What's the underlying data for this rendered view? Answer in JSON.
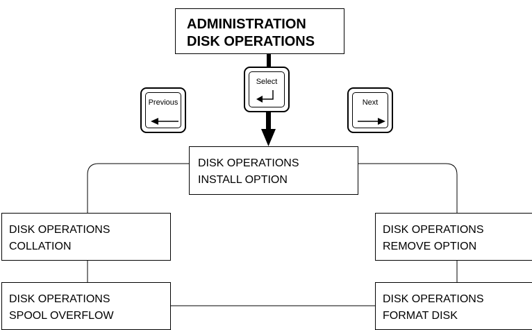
{
  "top_box": {
    "line1": "ADMINISTRATION",
    "line2": "DISK OPERATIONS"
  },
  "keys": {
    "select": "Select",
    "previous": "Previous",
    "next": "Next"
  },
  "icons": {
    "select": "enter-arrow-icon",
    "previous": "left-arrow-icon",
    "next": "right-arrow-icon"
  },
  "center_box": {
    "line1": "DISK OPERATIONS",
    "line2": "INSTALL OPTION"
  },
  "left_boxes": [
    {
      "line1": "DISK OPERATIONS",
      "line2": "COLLATION"
    },
    {
      "line1": "DISK OPERATIONS",
      "line2": "SPOOL OVERFLOW"
    }
  ],
  "right_boxes": [
    {
      "line1": "DISK OPERATIONS",
      "line2": "REMOVE OPTION"
    },
    {
      "line1": "DISK OPERATIONS",
      "line2": "FORMAT DISK"
    }
  ]
}
